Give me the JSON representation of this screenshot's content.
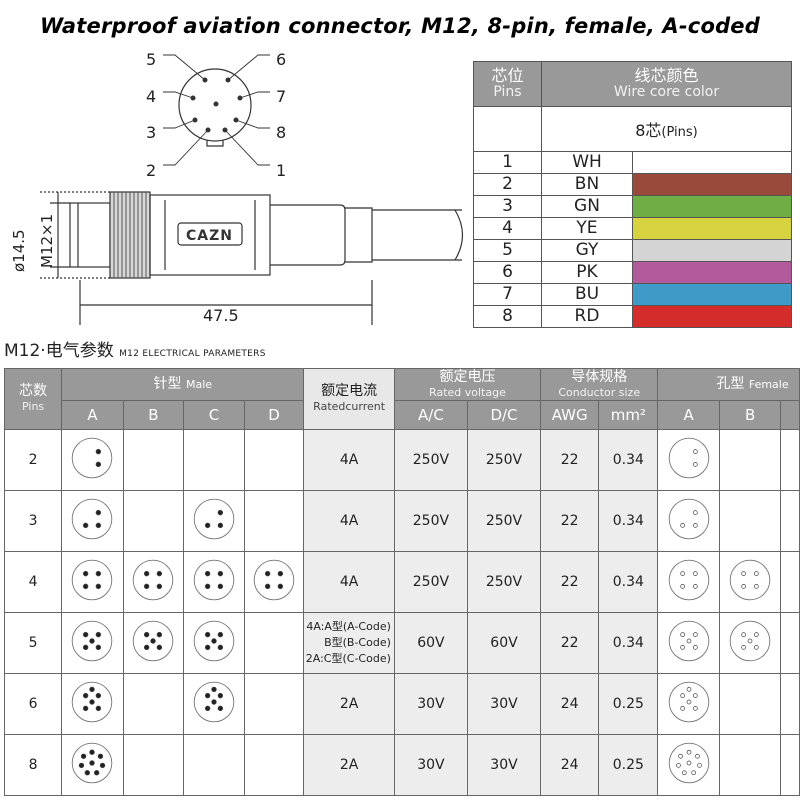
{
  "title": "Waterproof aviation connector, M12, 8-pin, female, A-coded",
  "drawing": {
    "pins": [
      "5",
      "6",
      "4",
      "7",
      "3",
      "8",
      "2",
      "1"
    ],
    "brand": "CAZN",
    "dim_diameter": "ø14.5",
    "dim_thread": "M12×1",
    "dim_length": "47.5"
  },
  "wire_table": {
    "h_pins_cn": "芯位",
    "h_pins_en": "Pins",
    "h_color_cn": "线芯颜色",
    "h_color_en": "Wire core color",
    "sub_label_cn": "8芯",
    "sub_label_en": "(Pins)",
    "rows": [
      {
        "pin": "1",
        "code": "WH",
        "color": "#ffffff"
      },
      {
        "pin": "2",
        "code": "BN",
        "color": "#9a4a3a"
      },
      {
        "pin": "3",
        "code": "GN",
        "color": "#6fae45"
      },
      {
        "pin": "4",
        "code": "YE",
        "color": "#d7d23f"
      },
      {
        "pin": "5",
        "code": "GY",
        "color": "#d4d4d4"
      },
      {
        "pin": "6",
        "code": "PK",
        "color": "#b25a9c"
      },
      {
        "pin": "7",
        "code": "BU",
        "color": "#3f9ac8"
      },
      {
        "pin": "8",
        "code": "RD",
        "color": "#d42b2b"
      }
    ]
  },
  "section": {
    "title_cn": "M12·电气参数",
    "title_en": "M12 Electrical Parameters"
  },
  "elec_table": {
    "h_cores_cn": "芯数",
    "h_cores_en": "Pins",
    "h_male_cn": "针型",
    "h_male_en": "Male",
    "h_current_cn": "额定电流",
    "h_current_en": "Ratedcurrent",
    "h_voltage_cn": "额定电压",
    "h_voltage_en": "Rated voltage",
    "h_conductor_cn": "导体规格",
    "h_conductor_en": "Conductor size",
    "h_female_cn": "孔型",
    "h_female_en": "Female",
    "codes": [
      "A",
      "B",
      "C",
      "D"
    ],
    "h_ac": "A/C",
    "h_dc": "D/C",
    "h_awg": "AWG",
    "h_mm2": "mm²",
    "f_codes": [
      "A",
      "B"
    ],
    "rows": [
      {
        "pins": "2",
        "current": "4A",
        "ac": "250V",
        "dc": "250V",
        "awg": "22",
        "mm2": "0.34"
      },
      {
        "pins": "3",
        "current": "4A",
        "ac": "250V",
        "dc": "250V",
        "awg": "22",
        "mm2": "0.34"
      },
      {
        "pins": "4",
        "current": "4A",
        "ac": "250V",
        "dc": "250V",
        "awg": "22",
        "mm2": "0.34"
      },
      {
        "pins": "5",
        "current_lines": [
          "4A:A型(A-Code)",
          "B型(B-Code)",
          "2A:C型(C-Code)"
        ],
        "ac": "60V",
        "dc": "60V",
        "awg": "22",
        "mm2": "0.34"
      },
      {
        "pins": "6",
        "current": "2A",
        "ac": "30V",
        "dc": "30V",
        "awg": "24",
        "mm2": "0.25"
      },
      {
        "pins": "8",
        "current": "2A",
        "ac": "30V",
        "dc": "30V",
        "awg": "24",
        "mm2": "0.25"
      }
    ]
  }
}
